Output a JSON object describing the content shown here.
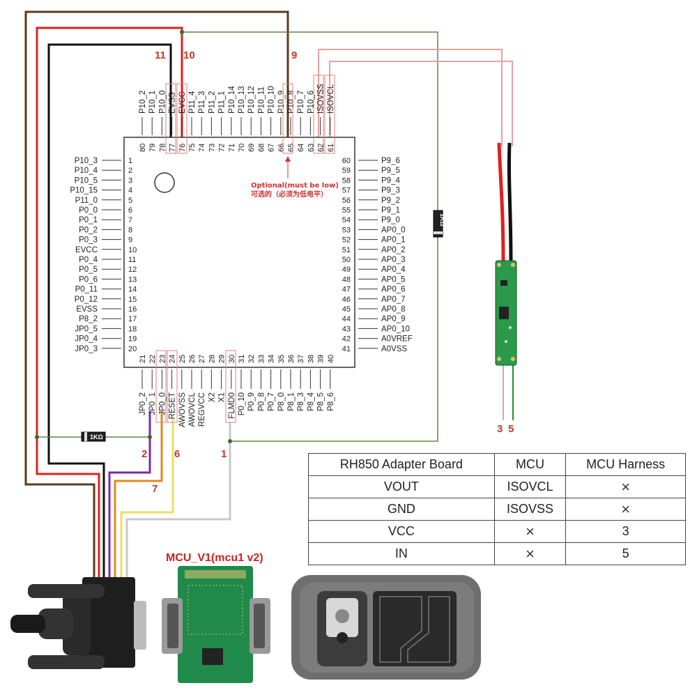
{
  "chip": {
    "left_pins": [
      {
        "num": "1",
        "name": "P10_3"
      },
      {
        "num": "2",
        "name": "P10_4"
      },
      {
        "num": "3",
        "name": "P10_5"
      },
      {
        "num": "4",
        "name": "P10_15"
      },
      {
        "num": "5",
        "name": "P11_0"
      },
      {
        "num": "6",
        "name": "P0_0"
      },
      {
        "num": "7",
        "name": "P0_1"
      },
      {
        "num": "8",
        "name": "P0_2"
      },
      {
        "num": "9",
        "name": "P0_3"
      },
      {
        "num": "10",
        "name": "EVCC"
      },
      {
        "num": "11",
        "name": "P0_4"
      },
      {
        "num": "12",
        "name": "P0_5"
      },
      {
        "num": "13",
        "name": "P0_6"
      },
      {
        "num": "14",
        "name": "P0_11"
      },
      {
        "num": "15",
        "name": "P0_12"
      },
      {
        "num": "16",
        "name": "EVSS"
      },
      {
        "num": "17",
        "name": "P8_2"
      },
      {
        "num": "18",
        "name": "JP0_5"
      },
      {
        "num": "19",
        "name": "JP0_4"
      },
      {
        "num": "20",
        "name": "JP0_3"
      }
    ],
    "right_pins": [
      {
        "num": "60",
        "name": "P9_6"
      },
      {
        "num": "59",
        "name": "P9_5"
      },
      {
        "num": "58",
        "name": "P9_4"
      },
      {
        "num": "57",
        "name": "P9_3"
      },
      {
        "num": "56",
        "name": "P9_2"
      },
      {
        "num": "55",
        "name": "P9_1"
      },
      {
        "num": "54",
        "name": "P9_0"
      },
      {
        "num": "53",
        "name": "AP0_0"
      },
      {
        "num": "52",
        "name": "AP0_1"
      },
      {
        "num": "51",
        "name": "AP0_2"
      },
      {
        "num": "50",
        "name": "AP0_3"
      },
      {
        "num": "49",
        "name": "AP0_4"
      },
      {
        "num": "48",
        "name": "AP0_5"
      },
      {
        "num": "47",
        "name": "AP0_6"
      },
      {
        "num": "46",
        "name": "AP0_7"
      },
      {
        "num": "45",
        "name": "AP0_8"
      },
      {
        "num": "44",
        "name": "AP0_9"
      },
      {
        "num": "43",
        "name": "AP0_10"
      },
      {
        "num": "42",
        "name": "A0VREF"
      },
      {
        "num": "41",
        "name": "A0VSS"
      }
    ],
    "top_pins": [
      {
        "num": "80",
        "name": "P10_2"
      },
      {
        "num": "79",
        "name": "P10_1"
      },
      {
        "num": "78",
        "name": "P10_0"
      },
      {
        "num": "77",
        "name": "EVSS"
      },
      {
        "num": "76",
        "name": "EVCC"
      },
      {
        "num": "75",
        "name": "P11_4"
      },
      {
        "num": "74",
        "name": "P11_3"
      },
      {
        "num": "73",
        "name": "P11_2"
      },
      {
        "num": "72",
        "name": "P11_1"
      },
      {
        "num": "71",
        "name": "P10_14"
      },
      {
        "num": "70",
        "name": "P10_13"
      },
      {
        "num": "69",
        "name": "P10_12"
      },
      {
        "num": "68",
        "name": "P10_11"
      },
      {
        "num": "67",
        "name": "P10_10"
      },
      {
        "num": "66",
        "name": "P10_9"
      },
      {
        "num": "65",
        "name": "P10_8"
      },
      {
        "num": "64",
        "name": "P10_7"
      },
      {
        "num": "63",
        "name": "P10_6"
      },
      {
        "num": "62",
        "name": "ISOVSS"
      },
      {
        "num": "61",
        "name": "ISOVCL"
      }
    ],
    "bottom_pins": [
      {
        "num": "21",
        "name": "JP0_2"
      },
      {
        "num": "22",
        "name": "JP0_1"
      },
      {
        "num": "23",
        "name": "JP0_0"
      },
      {
        "num": "24",
        "name": "RESET"
      },
      {
        "num": "25",
        "name": "AWOVSS"
      },
      {
        "num": "26",
        "name": "AWOVCL"
      },
      {
        "num": "27",
        "name": "REGVCC"
      },
      {
        "num": "28",
        "name": "X2"
      },
      {
        "num": "29",
        "name": "X1"
      },
      {
        "num": "30",
        "name": "FLMD0"
      },
      {
        "num": "31",
        "name": "P0_10"
      },
      {
        "num": "32",
        "name": "P0_9"
      },
      {
        "num": "33",
        "name": "P0_8"
      },
      {
        "num": "34",
        "name": "P0_7"
      },
      {
        "num": "35",
        "name": "P8_0"
      },
      {
        "num": "36",
        "name": "P8_1"
      },
      {
        "num": "37",
        "name": "P8_3"
      },
      {
        "num": "38",
        "name": "P8_4"
      },
      {
        "num": "39",
        "name": "P8_5"
      },
      {
        "num": "40",
        "name": "P8_6"
      }
    ]
  },
  "wire_numbers": {
    "w1": "1",
    "w2": "2",
    "w3": "3",
    "w5": "5",
    "w6": "6",
    "w7": "7",
    "w9": "9",
    "w10": "10",
    "w11": "11"
  },
  "resistors": {
    "left": "1KΩ",
    "right": "1KΩ"
  },
  "note": {
    "line1": "Optional(must be low)",
    "line2": "可选的（必须为低电平）"
  },
  "module_label": "MCU_V1(mcu1 v2)",
  "colors": {
    "brown": "#5a3a1a",
    "red": "#e02020",
    "black": "#111111",
    "green": "#5a8a3a",
    "purple": "#7a2aa8",
    "orange": "#e08a20",
    "yellow": "#e8e060",
    "gray": "#c8c8c8",
    "pink": "#e8a0a0"
  },
  "table": {
    "headers": [
      "RH850 Adapter Board",
      "MCU",
      "MCU Harness"
    ],
    "rows": [
      [
        "VOUT",
        "ISOVCL",
        "×"
      ],
      [
        "GND",
        "ISOVSS",
        "×"
      ],
      [
        "VCC",
        "×",
        "3"
      ],
      [
        "IN",
        "×",
        "5"
      ]
    ]
  }
}
